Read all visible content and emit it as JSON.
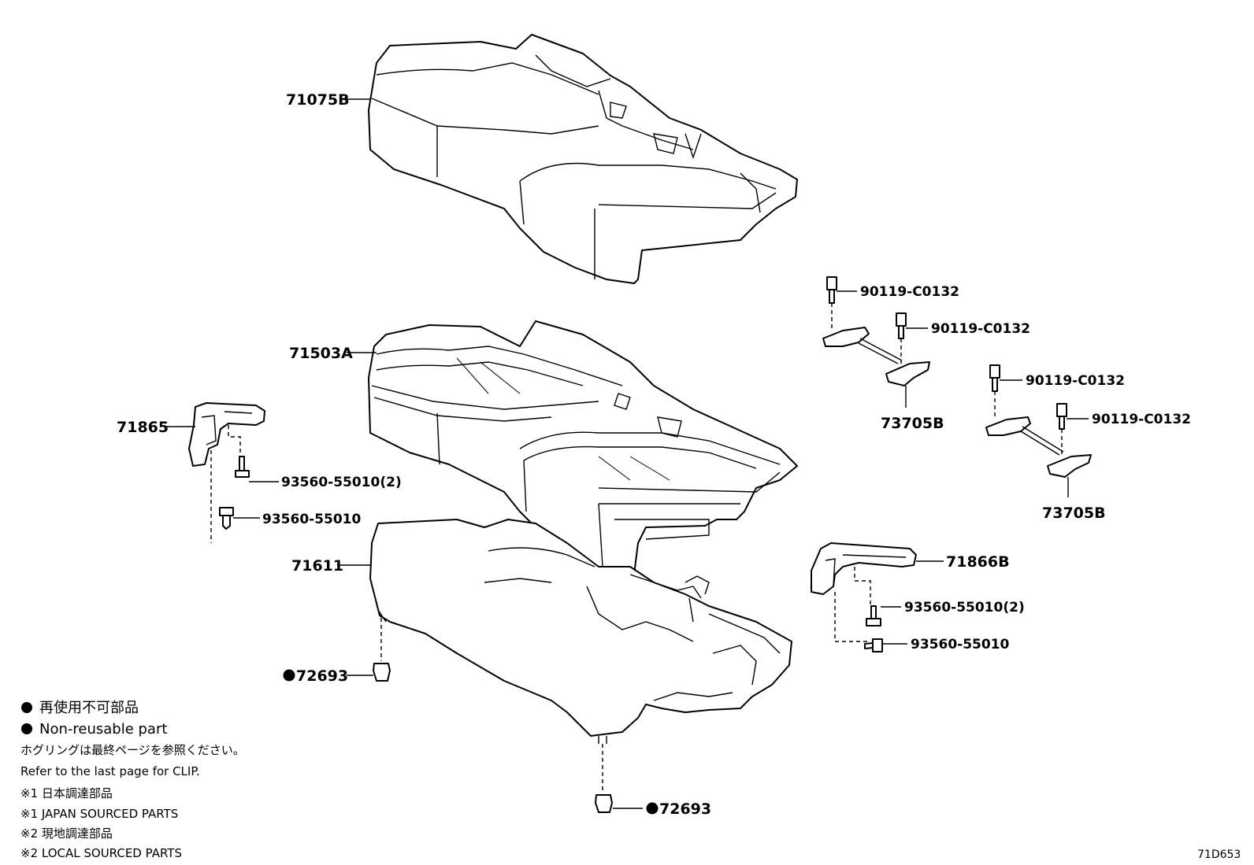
{
  "parts": {
    "p71075b": "71075B",
    "p71503a": "71503A",
    "p71865": "71865",
    "p93560_2_left": "93560-55010(2)",
    "p93560_left": "93560-55010",
    "p71611": "71611",
    "p72693_left": "72693",
    "p72693_bottom": "72693",
    "p90119_a": "90119-C0132",
    "p90119_b": "90119-C0132",
    "p73705b_a": "73705B",
    "p90119_c": "90119-C0132",
    "p90119_d": "90119-C0132",
    "p73705b_b": "73705B",
    "p71866b": "71866B",
    "p93560_2_right": "93560-55010(2)",
    "p93560_right": "93560-55010"
  },
  "legend": {
    "non_reusable_jp": "再使用不可部品",
    "non_reusable_en": "Non-reusable part",
    "clip_ref_jp": "ホグリングは最終ページを参照ください。",
    "clip_ref_en": "Refer to the last page for CLIP.",
    "japan_jp": "※1 日本調達部品",
    "japan_en": "※1 JAPAN SOURCED PARTS",
    "local_jp": "※2 現地調達部品",
    "local_en": "※2 LOCAL SOURCED PARTS"
  },
  "diagram_code": "71D653"
}
